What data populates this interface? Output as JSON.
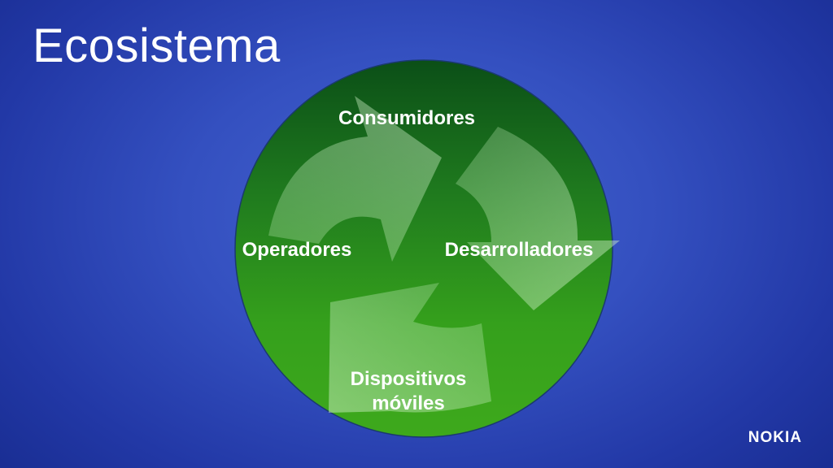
{
  "slide": {
    "title": "Ecosistema"
  },
  "cycle": {
    "nodes": [
      {
        "label": "Consumidores"
      },
      {
        "label": "Desarrolladores"
      },
      {
        "label": "Dispositivos\nmóviles"
      },
      {
        "label": "Operadores"
      }
    ]
  },
  "brand": {
    "logo_text": "NOKIA"
  },
  "colors": {
    "background": "#3450c0",
    "circle_dark": "#0c5a1a",
    "circle_light": "#3ea81c",
    "arrow_fill": "#a6e0a0",
    "text": "#ffffff"
  }
}
